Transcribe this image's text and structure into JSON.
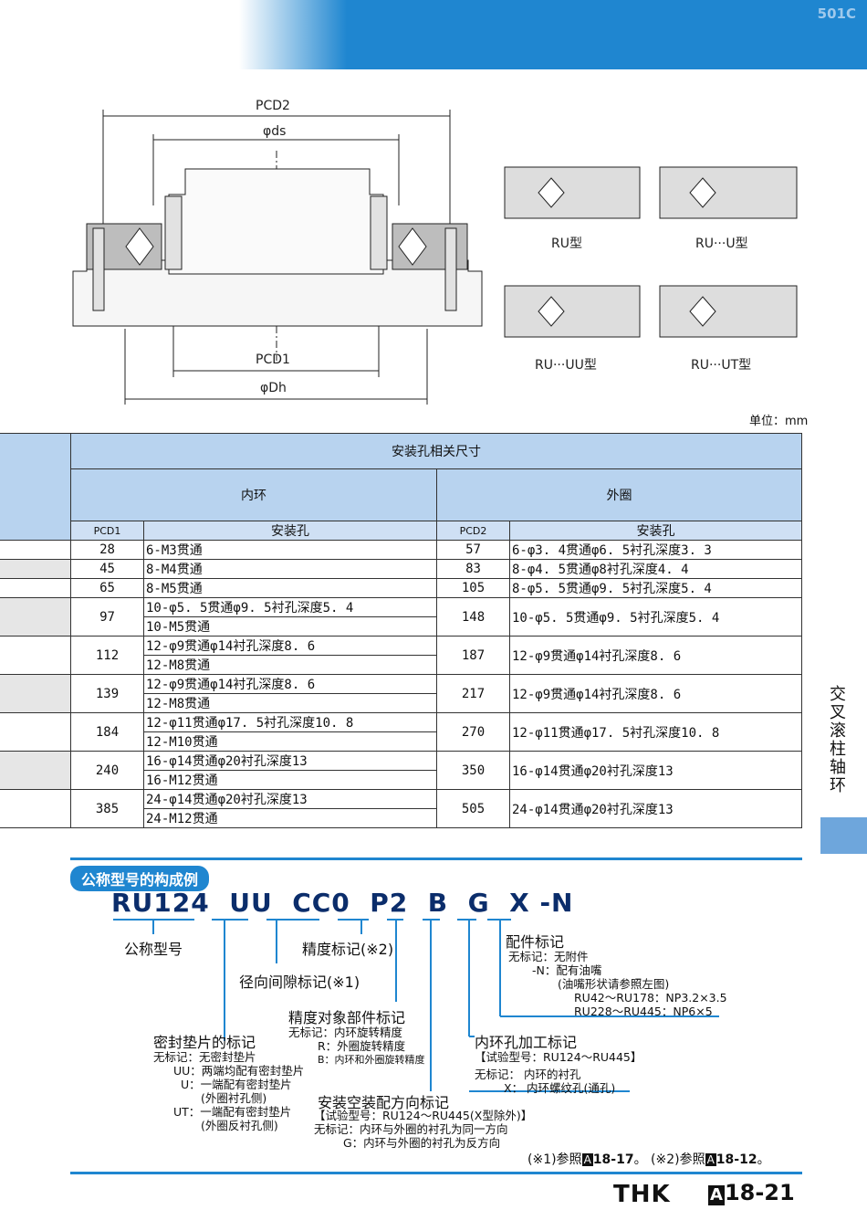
{
  "page_code": "501C",
  "diagram": {
    "labels": {
      "pcd2": "PCD2",
      "ds": "φds",
      "pcd1": "PCD1",
      "dh": "φDh"
    },
    "types": [
      "RU型",
      "RU···U型",
      "RU···UU型",
      "RU···UT型"
    ]
  },
  "unit": "单位：mm",
  "table": {
    "title": "安装孔相关尺寸",
    "inner": "内环",
    "outer": "外圈",
    "col_pcd1": "PCD1",
    "col_hole": "安装孔",
    "col_pcd2": "PCD2",
    "col_hole2": "安装孔",
    "rows": [
      {
        "pcd1": "28",
        "inner": [
          "6-M3贯通"
        ],
        "pcd2": "57",
        "outer": "6-φ3. 4贯通φ6. 5衬孔深度3. 3"
      },
      {
        "pcd1": "45",
        "inner": [
          "8-M4贯通"
        ],
        "pcd2": "83",
        "outer": "8-φ4. 5贯通φ8衬孔深度4. 4"
      },
      {
        "pcd1": "65",
        "inner": [
          "8-M5贯通"
        ],
        "pcd2": "105",
        "outer": "8-φ5. 5贯通φ9. 5衬孔深度5. 4"
      },
      {
        "pcd1": "97",
        "inner": [
          "10-φ5. 5贯通φ9. 5衬孔深度5. 4",
          "10-M5贯通"
        ],
        "pcd2": "148",
        "outer": "10-φ5. 5贯通φ9. 5衬孔深度5. 4"
      },
      {
        "pcd1": "112",
        "inner": [
          "12-φ9贯通φ14衬孔深度8. 6",
          "12-M8贯通"
        ],
        "pcd2": "187",
        "outer": "12-φ9贯通φ14衬孔深度8. 6"
      },
      {
        "pcd1": "139",
        "inner": [
          "12-φ9贯通φ14衬孔深度8. 6",
          "12-M8贯通"
        ],
        "pcd2": "217",
        "outer": "12-φ9贯通φ14衬孔深度8. 6"
      },
      {
        "pcd1": "184",
        "inner": [
          "12-φ11贯通φ17. 5衬孔深度10. 8",
          "12-M10贯通"
        ],
        "pcd2": "270",
        "outer": "12-φ11贯通φ17. 5衬孔深度10. 8"
      },
      {
        "pcd1": "240",
        "inner": [
          "16-φ14贯通φ20衬孔深度13",
          "16-M12贯通"
        ],
        "pcd2": "350",
        "outer": "16-φ14贯通φ20衬孔深度13"
      },
      {
        "pcd1": "385",
        "inner": [
          "24-φ14贯通φ20衬孔深度13",
          "24-M12贯通"
        ],
        "pcd2": "505",
        "outer": "24-φ14贯通φ20衬孔深度13"
      }
    ]
  },
  "side_tab": "交叉滚柱轴环",
  "section": {
    "title": "公称型号的构成例",
    "code": "RU124  UU  CC0  P2  B  G  X -N",
    "nominal": "公称型号",
    "precision": "精度标记(※2)",
    "radial": "径向间隙标记(※1)",
    "accessory_title": "配件标记",
    "accessory_lines": [
      "无标记：无附件",
      "-N：配有油嘴",
      "(油嘴形状请参照左图)",
      "RU42～RU178：NP3.2×3.5",
      "RU228～RU445：NP6×5"
    ],
    "precision_obj_title": "精度对象部件标记",
    "precision_obj_lines": [
      "无标记：内环旋转精度",
      "R：外圈旋转精度",
      "B：内环和外圈旋转精度"
    ],
    "seal_title": "密封垫片的标记",
    "seal_lines": [
      "无标记：无密封垫片",
      "UU：两端均配有密封垫片",
      "U：一端配有密封垫片",
      "(外圈衬孔侧)",
      "UT：一端配有密封垫片",
      "(外圈反衬孔侧)"
    ],
    "inner_hole_title": "内环孔加工标记",
    "inner_hole_lines": [
      "【试验型号：RU124～RU445】",
      "无标记： 内环的衬孔",
      "X： 内环螺纹孔(通孔)"
    ],
    "mount_title": "安装空装配方向标记",
    "mount_lines": [
      "【试验型号：RU124～RU445(X型除外)】",
      "无标记：内环与外圈的衬孔为同一方向",
      "G：内环与外圈的衬孔为反方向"
    ],
    "notes": "(※1)参照",
    "notes_a": "A",
    "notes_ref1": "18-17",
    "notes_mid": "。 (※2)参照",
    "notes_ref2": "18-12",
    "notes_end": "。"
  },
  "footer": {
    "brand": "THK",
    "page_letter": "A",
    "page": "18-21"
  }
}
